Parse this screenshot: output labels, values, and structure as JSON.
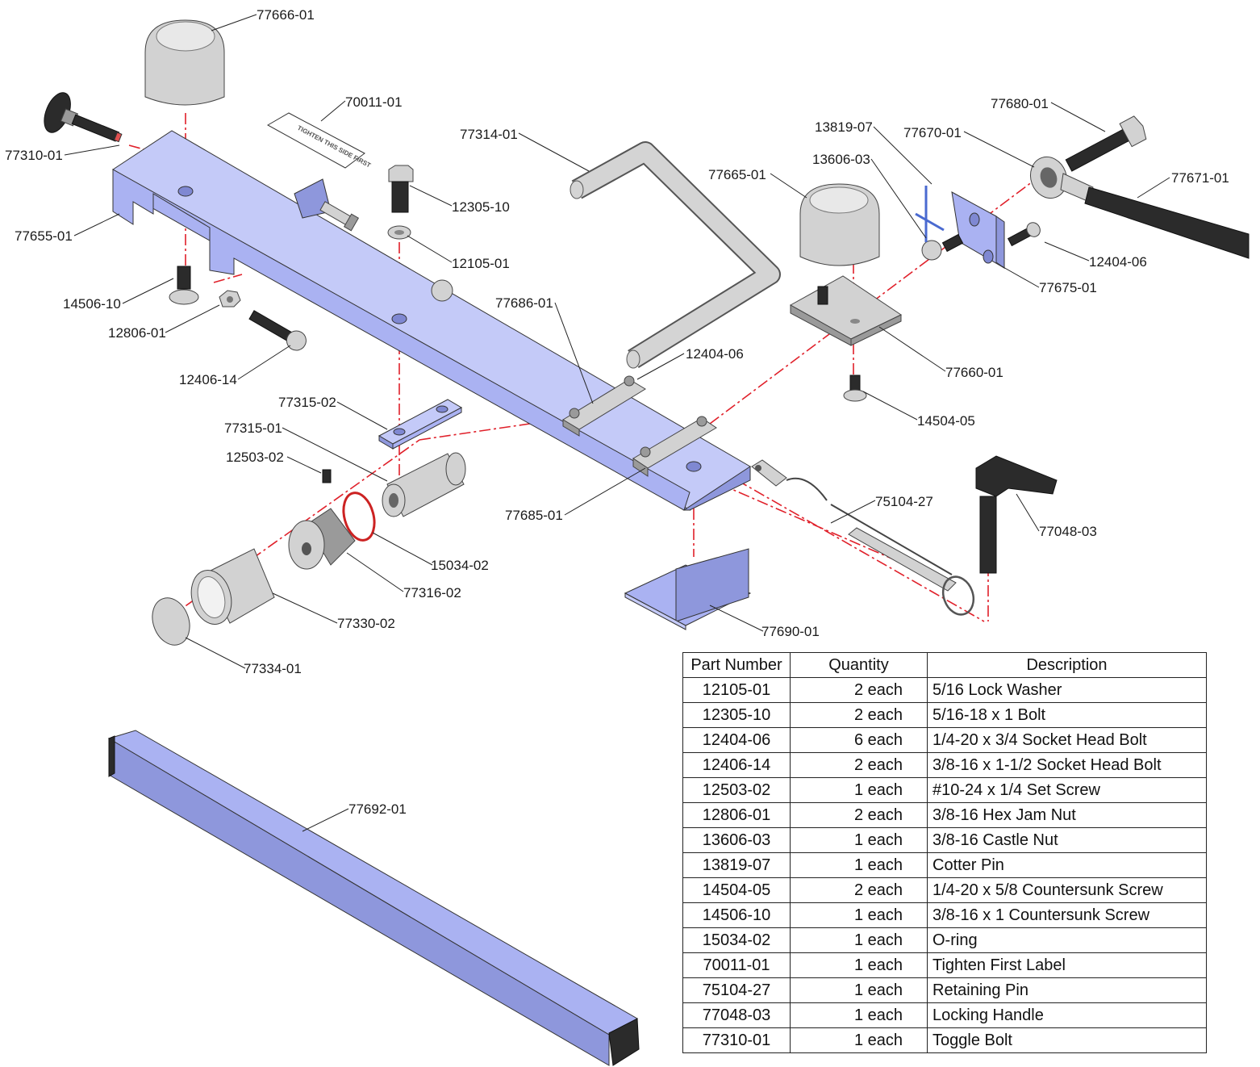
{
  "label_text": "TIGHTEN THIS SIDE FIRST",
  "callouts": [
    "77666-01",
    "70011-01",
    "77310-01",
    "77655-01",
    "14506-10",
    "12806-01",
    "12406-14",
    "12305-10",
    "12105-01",
    "77314-01",
    "77686-01",
    "12404-06",
    "77315-02",
    "77315-01",
    "12503-02",
    "15034-02",
    "77316-02",
    "77330-02",
    "77334-01",
    "77685-01",
    "75104-27",
    "77690-01",
    "77048-03",
    "13819-07",
    "77670-01",
    "77680-01",
    "13606-03",
    "77665-01",
    "77671-01",
    "12404-06",
    "77675-01",
    "77660-01",
    "14504-05",
    "77692-01"
  ],
  "bom": {
    "headers": [
      "Part Number",
      "Quantity",
      "Description"
    ],
    "rows": [
      {
        "part": "12105-01",
        "qty": "2  each",
        "desc": "5/16 Lock Washer"
      },
      {
        "part": "12305-10",
        "qty": "2  each",
        "desc": "5/16-18 x 1 Bolt"
      },
      {
        "part": "12404-06",
        "qty": "6  each",
        "desc": "1/4-20 x 3/4 Socket Head Bolt"
      },
      {
        "part": "12406-14",
        "qty": "2  each",
        "desc": "3/8-16 x 1-1/2 Socket Head Bolt"
      },
      {
        "part": "12503-02",
        "qty": "1  each",
        "desc": "#10-24 x 1/4 Set Screw"
      },
      {
        "part": "12806-01",
        "qty": "2  each",
        "desc": "3/8-16 Hex Jam Nut"
      },
      {
        "part": "13606-03",
        "qty": "1  each",
        "desc": "3/8-16 Castle Nut"
      },
      {
        "part": "13819-07",
        "qty": "1  each",
        "desc": "Cotter Pin"
      },
      {
        "part": "14504-05",
        "qty": "2  each",
        "desc": "1/4-20 x 5/8 Countersunk Screw"
      },
      {
        "part": "14506-10",
        "qty": "1  each",
        "desc": "3/8-16 x 1 Countersunk Screw"
      },
      {
        "part": "15034-02",
        "qty": "1  each",
        "desc": "O-ring"
      },
      {
        "part": "70011-01",
        "qty": "1  each",
        "desc": "Tighten First Label"
      },
      {
        "part": "75104-27",
        "qty": "1  each",
        "desc": "Retaining Pin"
      },
      {
        "part": "77048-03",
        "qty": "1  each",
        "desc": "Locking Handle"
      },
      {
        "part": "77310-01",
        "qty": "1  each",
        "desc": "Toggle Bolt"
      }
    ]
  }
}
